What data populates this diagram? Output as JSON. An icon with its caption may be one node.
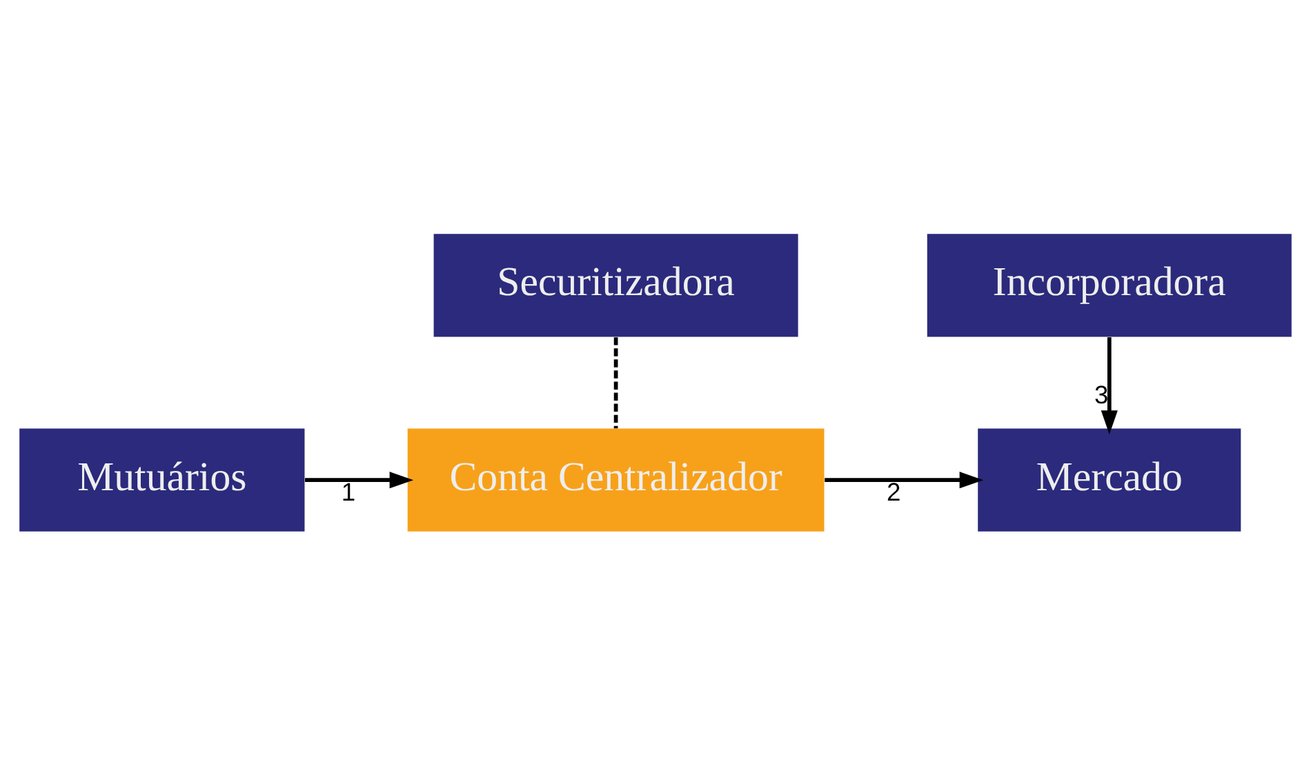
{
  "diagram": {
    "nodes": [
      {
        "text": [
          "Securitizadora"
        ]
      },
      {
        "text": [
          "Mutuários"
        ]
      },
      {
        "text": [
          "Conta Centralizador"
        ]
      },
      {
        "text": [
          "Mercado"
        ]
      },
      {
        "text": [
          "Incorporadora"
        ]
      }
    ],
    "edges": [
      {
        "from": 0,
        "to": 2,
        "arrow": "none",
        "style": "dashed"
      },
      {
        "from": 1,
        "to": 2,
        "arrow": "to",
        "label": "1"
      },
      {
        "from": 2,
        "to": 3,
        "arrow": "to",
        "label": "2"
      },
      {
        "from": 4,
        "to": 3,
        "arrow": "to",
        "label": "3"
      }
    ]
  }
}
